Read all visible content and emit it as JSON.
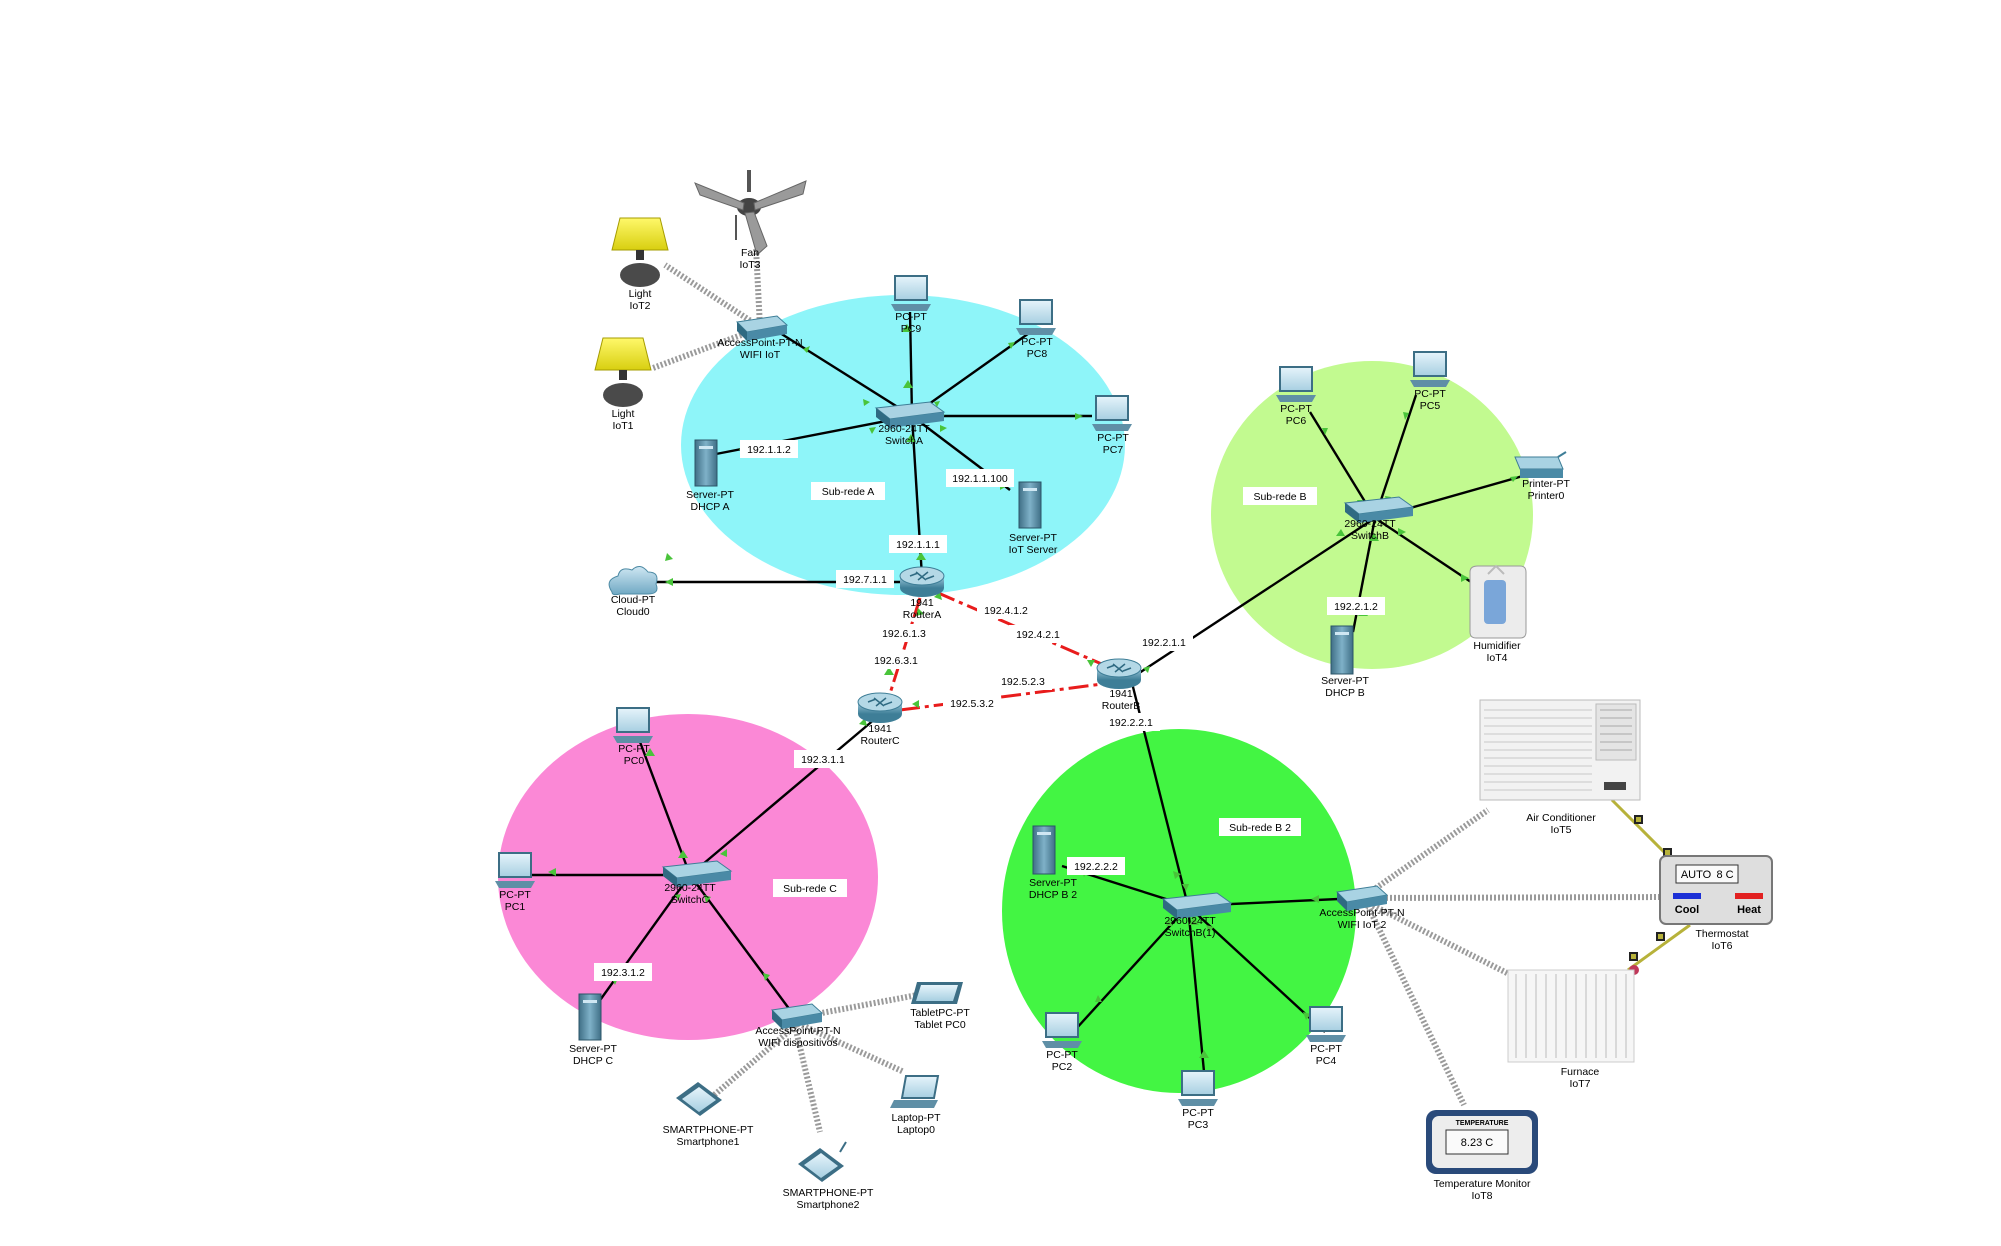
{
  "colors": {
    "subnet_a": "#8ef5f9",
    "subnet_b": "#c2fa90",
    "subnet_b2": "#43f543",
    "subnet_c": "#fb88d6",
    "link": "#000000",
    "serial_link": "#e81c1c",
    "link_up": "#49c43a",
    "wireless": "#9a9a9a"
  },
  "areas": {
    "a": "Sub-rede A",
    "b": "Sub-rede B",
    "b2": "Sub-rede B 2",
    "c": "Sub-rede C"
  },
  "devices": {
    "fan": {
      "model": "Fan",
      "name": "IoT3"
    },
    "light2": {
      "model": "Light",
      "name": "IoT2"
    },
    "light1": {
      "model": "Light",
      "name": "IoT1"
    },
    "ap_iot": {
      "model": "AccessPoint-PT-N",
      "name": "WIFI IoT"
    },
    "pc9": {
      "model": "PC-PT",
      "name": "PC9"
    },
    "pc8": {
      "model": "PC-PT",
      "name": "PC8"
    },
    "pc7": {
      "model": "PC-PT",
      "name": "PC7"
    },
    "switch_a": {
      "model": "2960-24TT",
      "name": "SwitchA"
    },
    "dhcp_a": {
      "model": "Server-PT",
      "name": "DHCP A"
    },
    "iot_server": {
      "model": "Server-PT",
      "name": "IoT Server"
    },
    "router_a": {
      "model": "1941",
      "name": "RouterA"
    },
    "cloud": {
      "model": "Cloud-PT",
      "name": "Cloud0"
    },
    "router_b": {
      "model": "1941",
      "name": "RouterB"
    },
    "router_c": {
      "model": "1941",
      "name": "RouterC"
    },
    "pc6": {
      "model": "PC-PT",
      "name": "PC6"
    },
    "pc5": {
      "model": "PC-PT",
      "name": "PC5"
    },
    "printer": {
      "model": "Printer-PT",
      "name": "Printer0"
    },
    "switch_b": {
      "model": "2960-24TT",
      "name": "SwitchB"
    },
    "humidifier": {
      "model": "Humidifier",
      "name": "IoT4"
    },
    "dhcp_b": {
      "model": "Server-PT",
      "name": "DHCP B"
    },
    "pc0": {
      "model": "PC-PT",
      "name": "PC0"
    },
    "pc1": {
      "model": "PC-PT",
      "name": "PC1"
    },
    "switch_c": {
      "model": "2960-24TT",
      "name": "SwitchC"
    },
    "dhcp_c": {
      "model": "Server-PT",
      "name": "DHCP C"
    },
    "ap_disp": {
      "model": "AccessPoint-PT-N",
      "name": "WIFI dispositivos"
    },
    "tablet": {
      "model": "TabletPC-PT",
      "name": "Tablet PC0"
    },
    "laptop": {
      "model": "Laptop-PT",
      "name": "Laptop0"
    },
    "phone1": {
      "model": "SMARTPHONE-PT",
      "name": "Smartphone1"
    },
    "phone2": {
      "model": "SMARTPHONE-PT",
      "name": "Smartphone2"
    },
    "dhcp_b2": {
      "model": "Server-PT",
      "name": "DHCP B 2"
    },
    "switch_b1": {
      "model": "2960-24TT",
      "name": "SwitchB(1)"
    },
    "ap_iot2": {
      "model": "AccessPoint-PT-N",
      "name": "WIFI IoT 2"
    },
    "pc2": {
      "model": "PC-PT",
      "name": "PC2"
    },
    "pc3": {
      "model": "PC-PT",
      "name": "PC3"
    },
    "pc4": {
      "model": "PC-PT",
      "name": "PC4"
    },
    "aircon": {
      "model": "Air Conditioner",
      "name": "IoT5"
    },
    "thermostat": {
      "model": "Thermostat",
      "name": "IoT6",
      "mode": "AUTO",
      "setpoint": "8 C",
      "cool": "Cool",
      "heat": "Heat"
    },
    "furnace": {
      "model": "Furnace",
      "name": "IoT7"
    },
    "tempmon": {
      "model": "Temperature Monitor",
      "name": "IoT8",
      "title": "TEMPERATURE",
      "reading": "8.23 C"
    }
  },
  "ips": {
    "dhcp_a": "192.1.1.2",
    "iot_server": "192.1.1.100",
    "router_a_lan": "192.1.1.1",
    "router_a_cloud": "192.7.1.1",
    "router_a_b": "192.4.1.2",
    "router_b_a": "192.4.2.1",
    "router_a_c": "192.6.1.3",
    "router_c_a": "192.6.3.1",
    "router_b_c": "192.5.2.3",
    "router_c_b": "192.5.3.2",
    "router_b_lanb": "192.2.1.1",
    "dhcp_b": "192.2.1.2",
    "router_b_lanb2": "192.2.2.1",
    "dhcp_b2": "192.2.2.2",
    "router_c_lan": "192.3.1.1",
    "dhcp_c": "192.3.1.2"
  }
}
